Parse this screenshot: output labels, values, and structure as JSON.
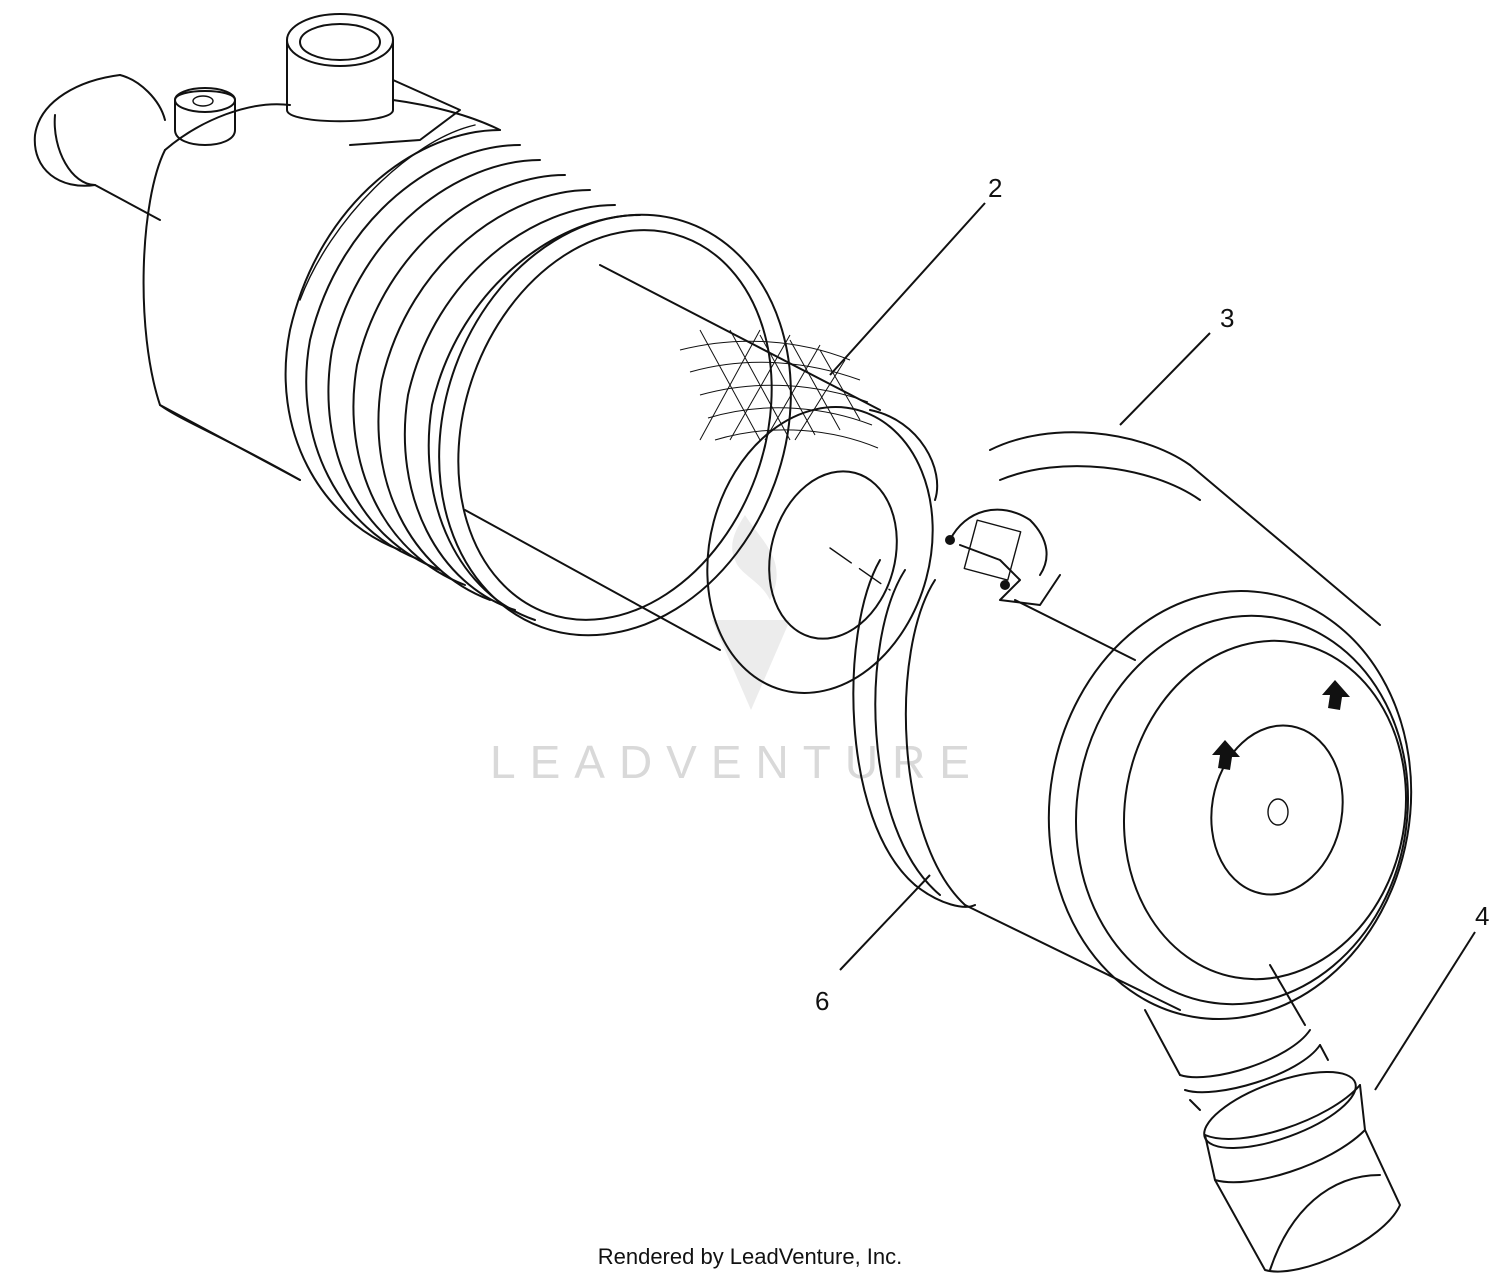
{
  "watermark": {
    "text": "LEADVENTURE"
  },
  "callouts": [
    {
      "id": "2",
      "label": "2"
    },
    {
      "id": "3",
      "label": "3"
    },
    {
      "id": "4",
      "label": "4"
    },
    {
      "id": "6",
      "label": "6"
    }
  ],
  "footer": {
    "text": "Rendered by LeadVenture, Inc."
  },
  "colors": {
    "line": "#111111",
    "watermark": "#d9d9d9",
    "background": "#ffffff"
  }
}
